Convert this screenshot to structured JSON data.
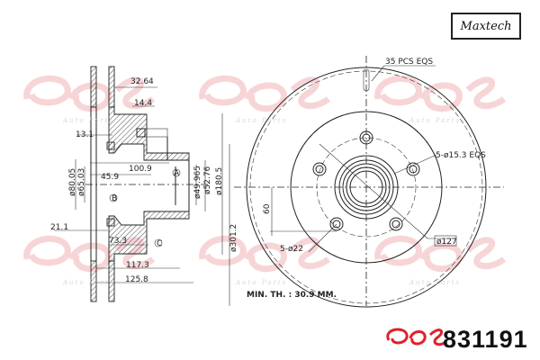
{
  "brand": {
    "name": "Maxtech",
    "logo_text": "GPS",
    "watermark_sub": "Auto Parts",
    "accent": "#e0202a"
  },
  "part_number": "831191",
  "side_view": {
    "dims": {
      "d1": "32.64",
      "d2": "14.4",
      "d3": "13.1",
      "d4": "ø80.05",
      "d5": "ø65.03",
      "d6": "45.9",
      "d7": "100.9",
      "d8": "ø49.965",
      "d9": "ø52.76",
      "d10": "ø180.5",
      "d11": "21.1",
      "d12": "73.3",
      "d13": "117.3",
      "d14": "125.8",
      "d15": "ø301.2"
    },
    "markers": {
      "a": "A",
      "b": "B",
      "c": "C"
    }
  },
  "front_view": {
    "vanes": "35 PCS EQS",
    "bolt_holes": "5-ø15.3 EQS",
    "holes": "5-ø22",
    "offset": "60",
    "pcd": "ø127",
    "min_thickness": "MIN. TH. : 30.9 MM."
  }
}
